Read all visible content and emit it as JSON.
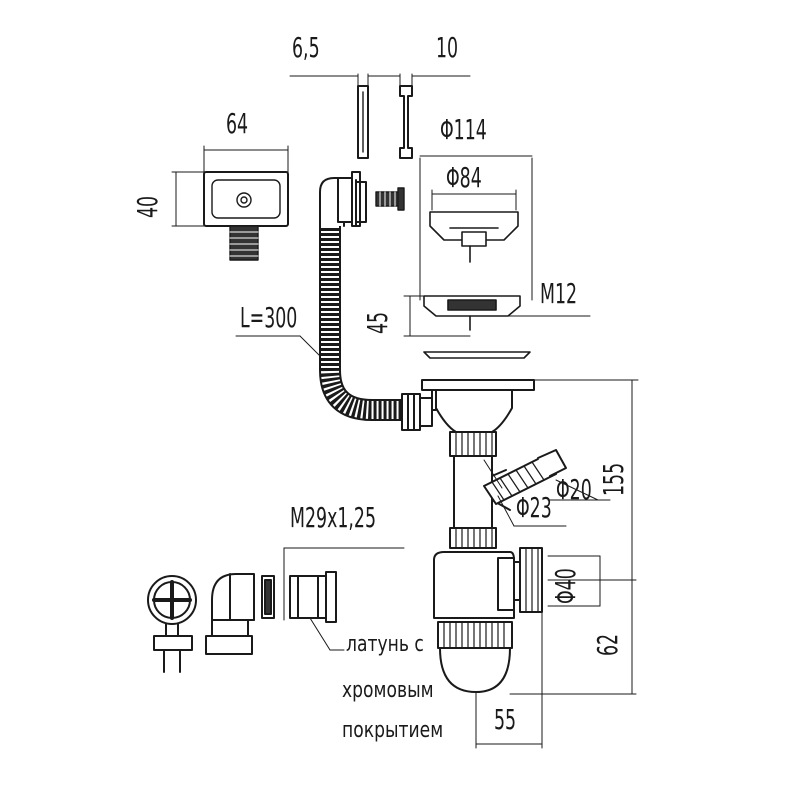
{
  "dimensions": {
    "d_6_5": "6,5",
    "d_10": "10",
    "d_64": "64",
    "d_40": "40",
    "d_phi114": "Φ114",
    "d_phi84": "Φ84",
    "d_45": "45",
    "d_m12": "M12",
    "d_l300": "L=300",
    "d_155": "155",
    "d_phi20": "Φ20",
    "d_phi23": "Φ23",
    "d_m29": "M29x1,25",
    "d_phi40": "Φ40",
    "d_62": "62",
    "d_55": "55"
  },
  "note": {
    "line1": "латунь с",
    "line2": "хромовым",
    "line3": "покрытием"
  },
  "colors": {
    "line": "#1a1a1a",
    "fill_dark": "#333333",
    "fill_light": "#ffffff"
  }
}
